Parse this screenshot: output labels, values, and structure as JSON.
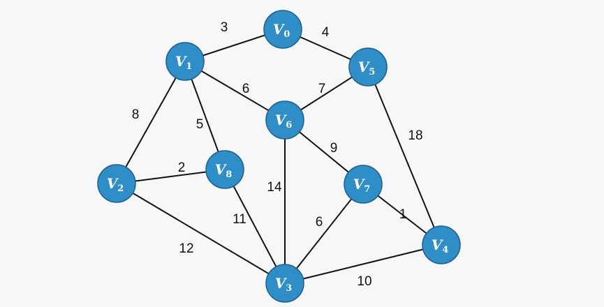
{
  "graph": {
    "node_color": "#2e8ec8",
    "nodes": [
      {
        "id": "V0",
        "letter": "V",
        "sub": "0"
      },
      {
        "id": "V1",
        "letter": "V",
        "sub": "1"
      },
      {
        "id": "V2",
        "letter": "V",
        "sub": "2"
      },
      {
        "id": "V3",
        "letter": "V",
        "sub": "3"
      },
      {
        "id": "V4",
        "letter": "V",
        "sub": "4"
      },
      {
        "id": "V5",
        "letter": "V",
        "sub": "5"
      },
      {
        "id": "V6",
        "letter": "V",
        "sub": "6"
      },
      {
        "id": "V7",
        "letter": "V",
        "sub": "7"
      },
      {
        "id": "V8",
        "letter": "V",
        "sub": "8"
      }
    ],
    "edges": [
      {
        "from": "V1",
        "to": "V0",
        "weight": "3"
      },
      {
        "from": "V0",
        "to": "V5",
        "weight": "4"
      },
      {
        "from": "V1",
        "to": "V6",
        "weight": "6"
      },
      {
        "from": "V6",
        "to": "V5",
        "weight": "7"
      },
      {
        "from": "V1",
        "to": "V2",
        "weight": "8"
      },
      {
        "from": "V1",
        "to": "V8",
        "weight": "5"
      },
      {
        "from": "V2",
        "to": "V8",
        "weight": "2"
      },
      {
        "from": "V6",
        "to": "V7",
        "weight": "9"
      },
      {
        "from": "V5",
        "to": "V4",
        "weight": "18"
      },
      {
        "from": "V6",
        "to": "V3",
        "weight": "14"
      },
      {
        "from": "V8",
        "to": "V3",
        "weight": "11"
      },
      {
        "from": "V2",
        "to": "V3",
        "weight": "12"
      },
      {
        "from": "V7",
        "to": "V3",
        "weight": "6"
      },
      {
        "from": "V7",
        "to": "V4",
        "weight": "1"
      },
      {
        "from": "V3",
        "to": "V4",
        "weight": "10"
      }
    ]
  }
}
